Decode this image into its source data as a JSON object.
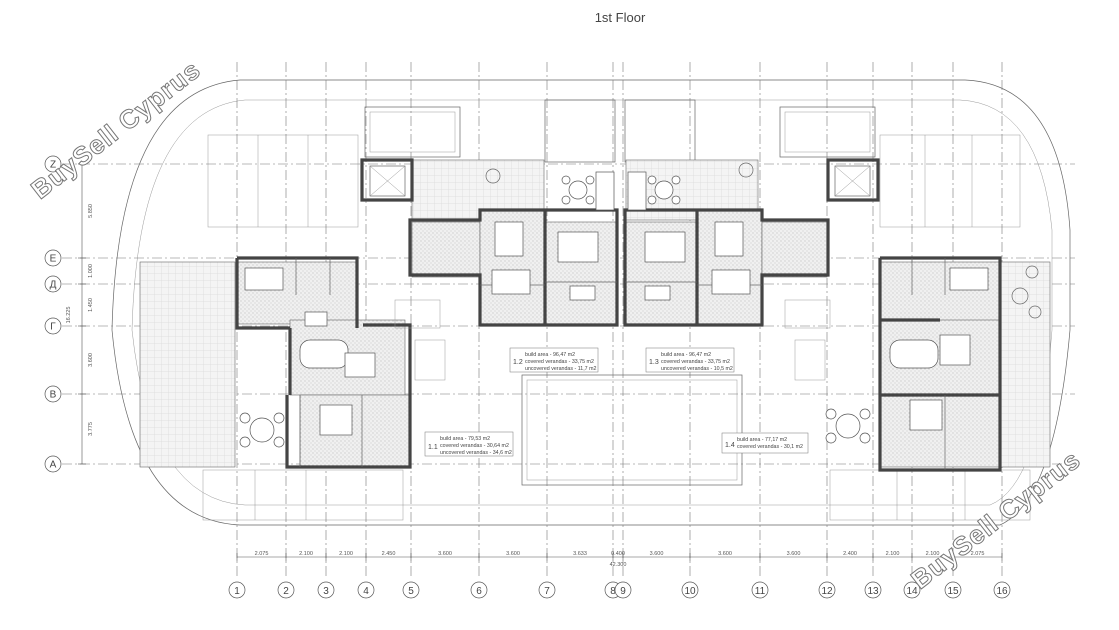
{
  "title": "1st Floor",
  "watermark": "BuySell Cyprus",
  "axes": {
    "vertical": [
      "1",
      "2",
      "3",
      "4",
      "5",
      "6",
      "7",
      "8",
      "9",
      "10",
      "11",
      "12",
      "13",
      "14",
      "15",
      "16"
    ],
    "horizontal": [
      "Z",
      "E",
      "Д",
      "Г",
      "B",
      "A"
    ]
  },
  "dimensions": {
    "bottom": [
      "2.075",
      "2.100",
      "2.100",
      "2.450",
      "3.600",
      "3.600",
      "3.633",
      "0.400",
      "3.600",
      "3.600",
      "3.600",
      "2.400",
      "2.100",
      "2.100",
      "2.075"
    ],
    "total": "42.300",
    "side": [
      "5.850",
      "1.000",
      "1.450",
      "3.600",
      "3.775"
    ],
    "side_total": "16.225"
  },
  "units": [
    {
      "id": "1.1",
      "lines": [
        "build area - 79,53 m2",
        "covered verandas - 30,64 m2",
        "uncovered verandas - 34,6 m2"
      ]
    },
    {
      "id": "1.2",
      "lines": [
        "build area - 96,47 m2",
        "covered verandas - 33,75 m2",
        "uncovered verandas - 11,7 m2"
      ]
    },
    {
      "id": "1.3",
      "lines": [
        "build area - 96,47 m2",
        "covered verandas - 33,75 m2",
        "uncovered verandas - 10,5 m2"
      ]
    },
    {
      "id": "1.4",
      "lines": [
        "build area - 77,17 m2",
        "covered verandas - 30,1 m2"
      ]
    }
  ],
  "colors": {
    "line": "#444444",
    "grid": "#777777",
    "background": "#ffffff"
  }
}
